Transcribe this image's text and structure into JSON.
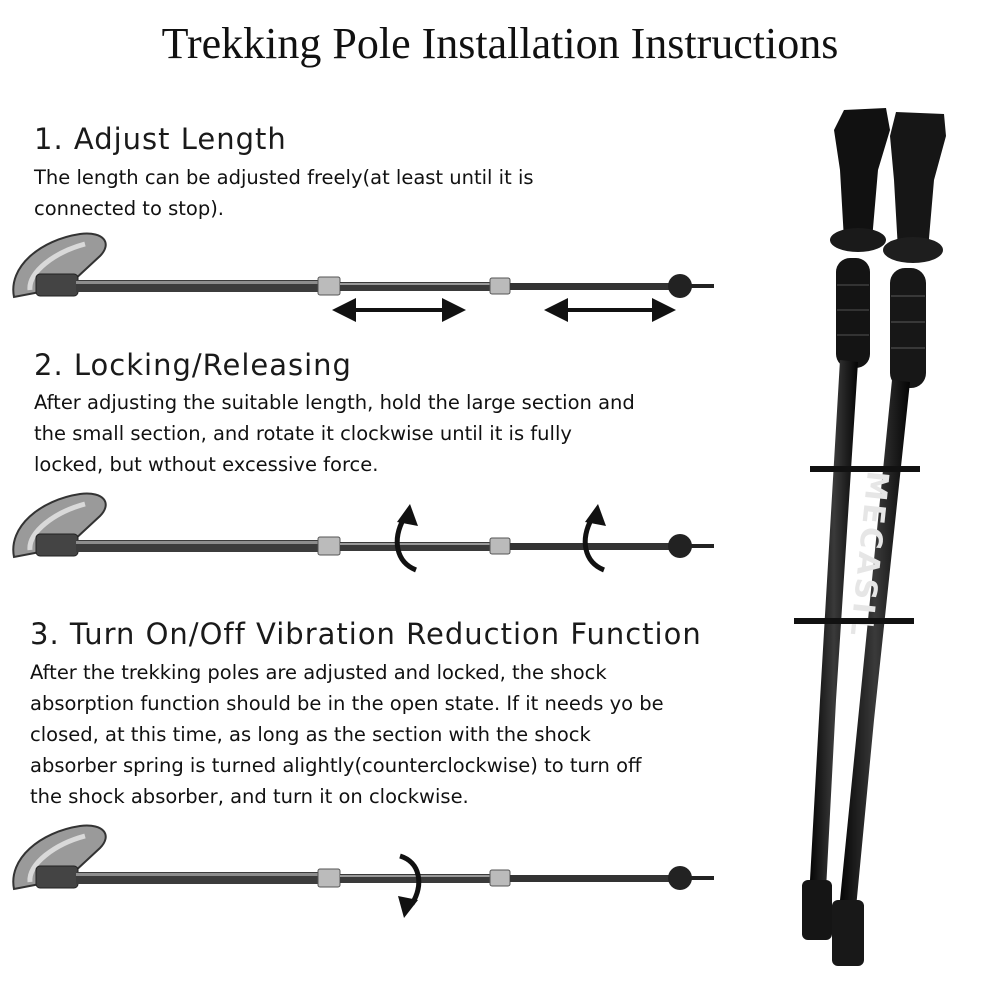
{
  "title": "Trekking Pole Installation Instructions",
  "steps": [
    {
      "heading": "1. Adjust Length",
      "body": "The length can be adjusted freely(at least until it is\nconnected to stop)."
    },
    {
      "heading": "2. Locking/Releasing",
      "body": "After adjusting the suitable length, hold the large section and\nthe small section, and rotate it clockwise until it is fully\nlocked, but wthout excessive force."
    },
    {
      "heading": "3. Turn On/Off Vibration Reduction Function",
      "body": "After the trekking poles are adjusted and locked, the shock\nabsorption function should be in the open state. If it needs yo be\nclosed, at this time, as long as the section with the shock\nabsorber spring is turned alightly(counterclockwise) to turn off\nthe shock absorber, and turn it on clockwise."
    }
  ],
  "product": {
    "brand_text": "MECASIL"
  },
  "colors": {
    "shaft": "#3a3a3a",
    "grip": "#8a8a8a",
    "arrow": "#111111"
  }
}
